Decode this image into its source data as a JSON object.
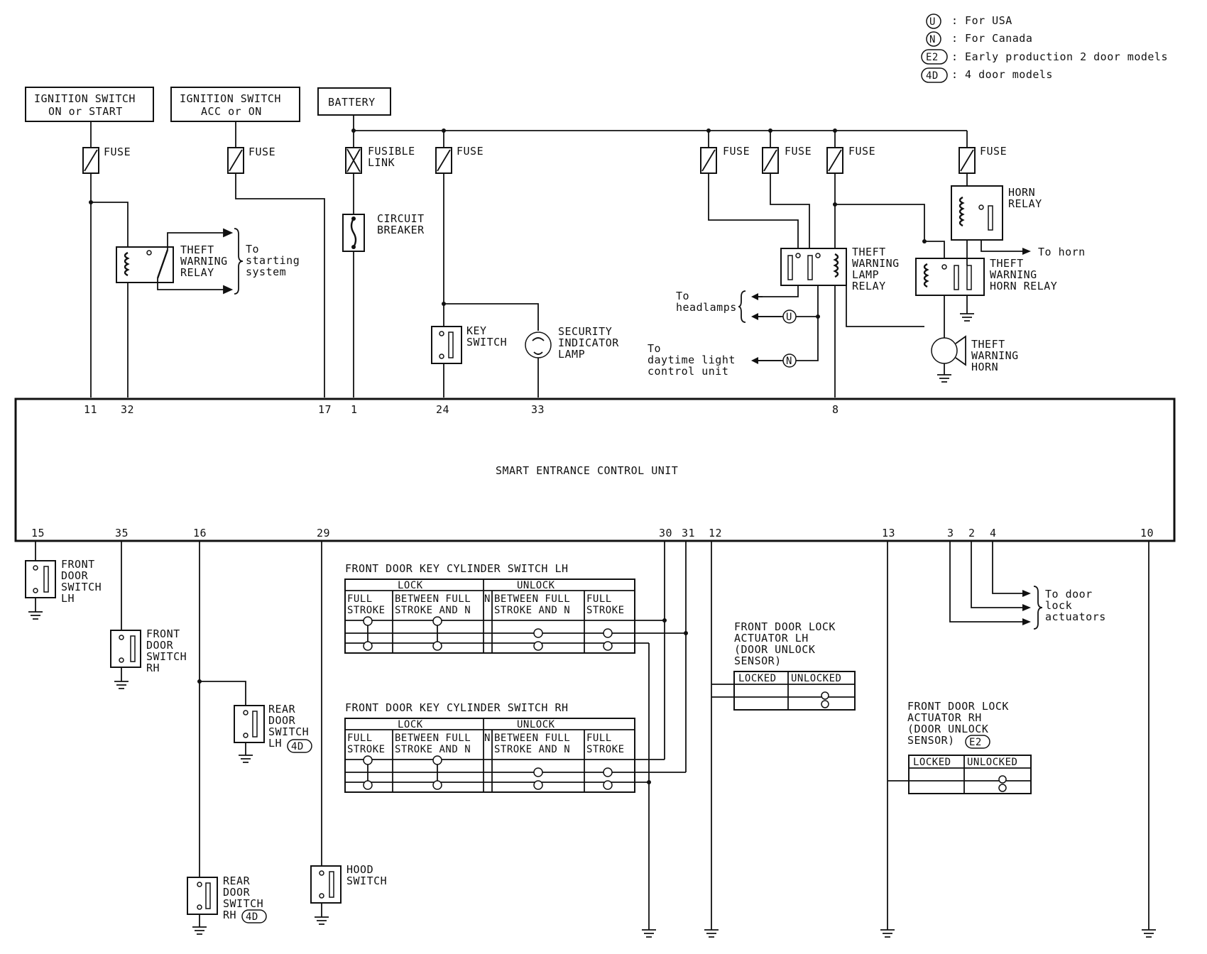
{
  "legend": [
    {
      "symbol": "U",
      "text": ": For USA"
    },
    {
      "symbol": "N",
      "text": ": For Canada"
    },
    {
      "symbol": "E2",
      "text": ": Early production 2 door models"
    },
    {
      "symbol": "4D",
      "text": ": 4 door models"
    }
  ],
  "sources": {
    "ign_on_start": [
      "IGNITION SWITCH",
      "ON or START"
    ],
    "ign_acc_on": [
      "IGNITION SWITCH",
      "ACC or ON"
    ],
    "battery": "BATTERY"
  },
  "labels": {
    "fuse": "FUSE",
    "fusible_link": [
      "FUSIBLE",
      "LINK"
    ],
    "circuit_breaker": [
      "CIRCUIT",
      "BREAKER"
    ],
    "theft_warning_relay": [
      "THEFT",
      "WARNING",
      "RELAY"
    ],
    "to_starting_system": [
      "To",
      "starting",
      "system"
    ],
    "key_switch": [
      "KEY",
      "SWITCH"
    ],
    "security_indicator_lamp": [
      "SECURITY",
      "INDICATOR",
      "LAMP"
    ],
    "theft_warning_lamp_relay": [
      "THEFT",
      "WARNING",
      "LAMP",
      "RELAY"
    ],
    "to_headlamps": [
      "To",
      "headlamps"
    ],
    "to_daytime_light": [
      "To",
      "daytime light",
      "control unit"
    ],
    "horn_relay": [
      "HORN",
      "RELAY"
    ],
    "to_horn": "To horn",
    "theft_warning_horn_relay": [
      "THEFT",
      "WARNING",
      "HORN RELAY"
    ],
    "theft_warning_horn": [
      "THEFT",
      "WARNING",
      "HORN"
    ],
    "control_unit": "SMART ENTRANCE CONTROL UNIT",
    "front_door_switch_lh": [
      "FRONT",
      "DOOR",
      "SWITCH",
      "LH"
    ],
    "front_door_switch_rh": [
      "FRONT",
      "DOOR",
      "SWITCH",
      "RH"
    ],
    "rear_door_switch_lh": [
      "REAR",
      "DOOR",
      "SWITCH",
      "LH"
    ],
    "rear_door_switch_rh": [
      "REAR",
      "DOOR",
      "SWITCH",
      "RH"
    ],
    "hood_switch": [
      "HOOD",
      "SWITCH"
    ],
    "to_door_lock_actuators": [
      "To door",
      "lock",
      "actuators"
    ],
    "actuator_lh": [
      "FRONT DOOR LOCK",
      "ACTUATOR LH",
      "(DOOR UNLOCK",
      "SENSOR)"
    ],
    "actuator_rh": [
      "FRONT DOOR LOCK",
      "ACTUATOR RH",
      "(DOOR UNLOCK",
      "SENSOR)"
    ],
    "locked": "LOCKED",
    "unlocked": "UNLOCKED"
  },
  "top_pins": [
    "11",
    "32",
    "17",
    "1",
    "24",
    "33",
    "8"
  ],
  "bottom_pins": [
    "15",
    "35",
    "16",
    "29",
    "30",
    "31",
    "12",
    "13",
    "3",
    "2",
    "4",
    "10"
  ],
  "key_cylinder_switches": [
    {
      "title": "FRONT DOOR KEY CYLINDER SWITCH LH",
      "groups": [
        "LOCK",
        "UNLOCK"
      ],
      "columns": [
        [
          "FULL",
          "STROKE"
        ],
        [
          "BETWEEN FULL",
          "STROKE AND N"
        ],
        [
          "N"
        ],
        [
          "BETWEEN FULL",
          "STROKE AND N"
        ],
        [
          "FULL",
          "STROKE"
        ]
      ]
    },
    {
      "title": "FRONT DOOR KEY CYLINDER SWITCH RH",
      "groups": [
        "LOCK",
        "UNLOCK"
      ],
      "columns": [
        [
          "FULL",
          "STROKE"
        ],
        [
          "BETWEEN FULL",
          "STROKE AND N"
        ],
        [
          "N"
        ],
        [
          "BETWEEN FULL",
          "STROKE AND N"
        ],
        [
          "FULL",
          "STROKE"
        ]
      ]
    }
  ]
}
